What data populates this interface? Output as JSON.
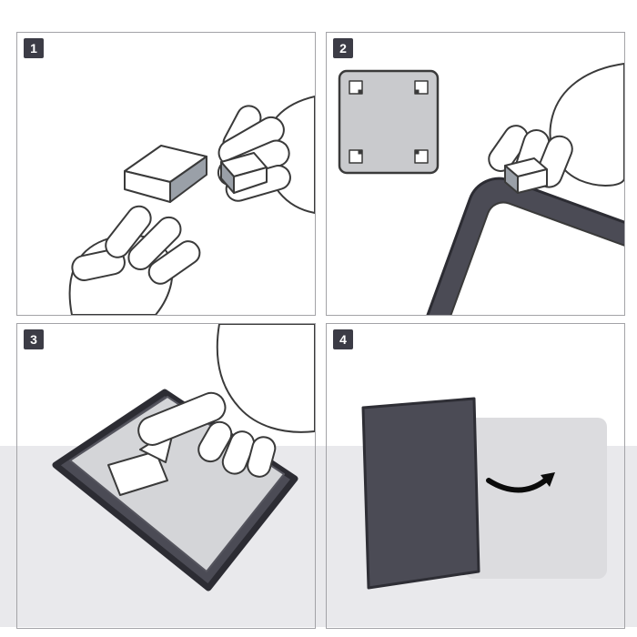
{
  "steps": [
    {
      "number": "1",
      "illustration": "hands-separating-two-adhesive-pads"
    },
    {
      "number": "2",
      "illustration": "mounting-plate-with-corner-pads-and-hand-placing-pad-on-tablet-corner"
    },
    {
      "number": "3",
      "illustration": "hand-pressing-adhesive-pad-onto-tablet-surface"
    },
    {
      "number": "4",
      "illustration": "dark-panel-with-arrow-pointing-to-gray-mounting-area"
    }
  ],
  "colors": {
    "page_bg": "#ffffff",
    "band_bg": "#e9e9ec",
    "panel_border": "#a3a3a7",
    "badge_bg": "#3c3c46",
    "badge_text": "#ffffff",
    "line": "#3a3a3a",
    "dark_object": "#4b4b55",
    "plate_gray": "#c9cacd",
    "surface_gray": "#d4d5d8",
    "wall_gray": "#dcdcdf",
    "pad_side_gray": "#9aa0a8",
    "arrow": "#0b0b0b"
  }
}
